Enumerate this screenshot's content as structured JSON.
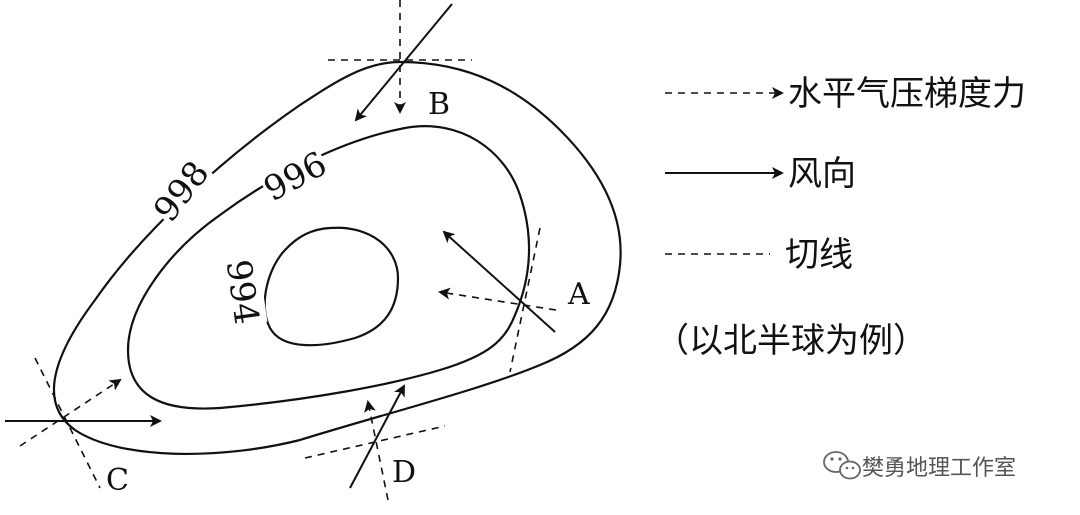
{
  "isobars": [
    {
      "id": "outer",
      "label": "998"
    },
    {
      "id": "middle",
      "label": "996"
    },
    {
      "id": "inner",
      "label": "994"
    }
  ],
  "points": {
    "A": "A",
    "B": "B",
    "C": "C",
    "D": "D"
  },
  "legend": {
    "pressure_gradient": "水平气压梯度力",
    "wind_direction": "风向",
    "tangent": "切线",
    "note": "（以北半球为例）"
  },
  "watermark": {
    "text": "樊勇地理工作室",
    "icon": "wechat-icon"
  }
}
